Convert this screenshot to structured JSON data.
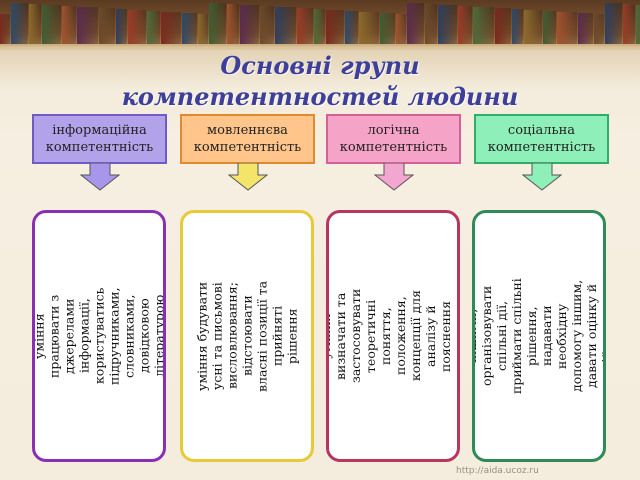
{
  "title": {
    "line1": "Основні групи",
    "line2": "компетентностей людини"
  },
  "groups": [
    {
      "label": "інформаційна компетентність",
      "description": "уміння працювати з джерелами інформації, користуватись підручниками, словниками, довідковою літературою",
      "box_color": "#b2a2ea",
      "border_color": "#6e5cc4",
      "arrow_color": "#a896ea",
      "panel_border": "#8a2fb5"
    },
    {
      "label": "мовленнєва компетентність",
      "description": "уміння будувати усні та письмові висловлювання; відстоювати власні позиції та прийняті рішення",
      "box_color": "#ffc58a",
      "border_color": "#e08a2e",
      "arrow_color": "#f2e56a",
      "panel_border": "#e8c93a"
    },
    {
      "label": "логічна компетентність",
      "description": "уміння визначати та застосовувати теоретичні поняття, положення, концепції для аналізу й пояснення мовних явищ",
      "box_color": "#f5a3c7",
      "border_color": "#d4609a",
      "arrow_color": "#f3a6d0",
      "panel_border": "#b8355f"
    },
    {
      "label": "соціальна компетентність",
      "description": "уміння співпрацювати з іншими, організовувати спільні дії, приймати спільні рішення, надавати необхідну допомогу іншим, давати оцінку й здійснювати самооцінку діяльності",
      "box_color": "#8ef0b8",
      "border_color": "#2fae6a",
      "arrow_color": "#8ef0b8",
      "panel_border": "#2e8a56"
    }
  ],
  "watermark": "http://aida.ucoz.ru"
}
